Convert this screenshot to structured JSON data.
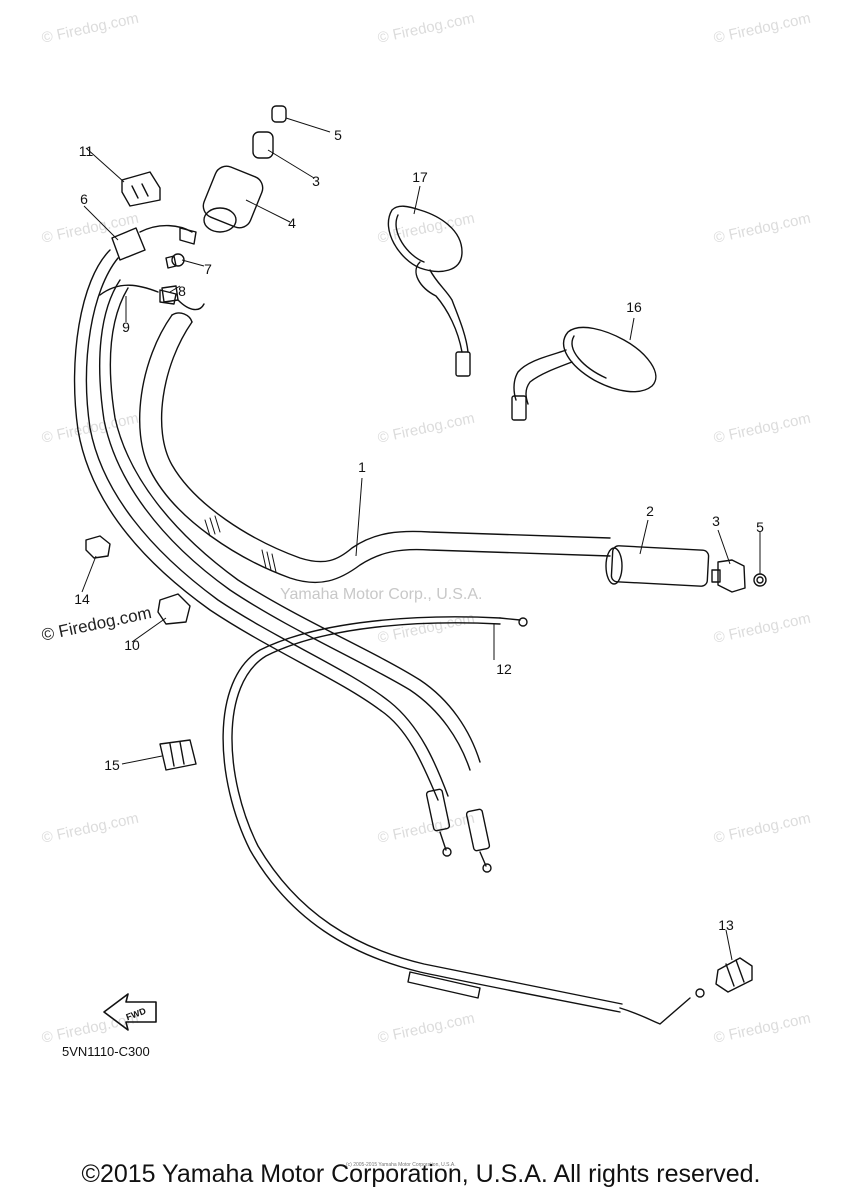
{
  "watermark_text": "© Firedog.com",
  "center_watermark": "Yamaha Motor Corp., U.S.A.",
  "diagram_code": "5VN1110-C300",
  "fwd_label": "FWD",
  "tiny_copyright": "(c) 2005-2015 Yamaha Motor Corporation, U.S.A.",
  "copyright": "©2015 Yamaha Motor Corporation, U.S.A. All rights reserved.",
  "callouts": [
    "1",
    "2",
    "3",
    "3",
    "4",
    "5",
    "5",
    "6",
    "7",
    "8",
    "9",
    "10",
    "11",
    "12",
    "13",
    "14",
    "15",
    "16",
    "17"
  ]
}
